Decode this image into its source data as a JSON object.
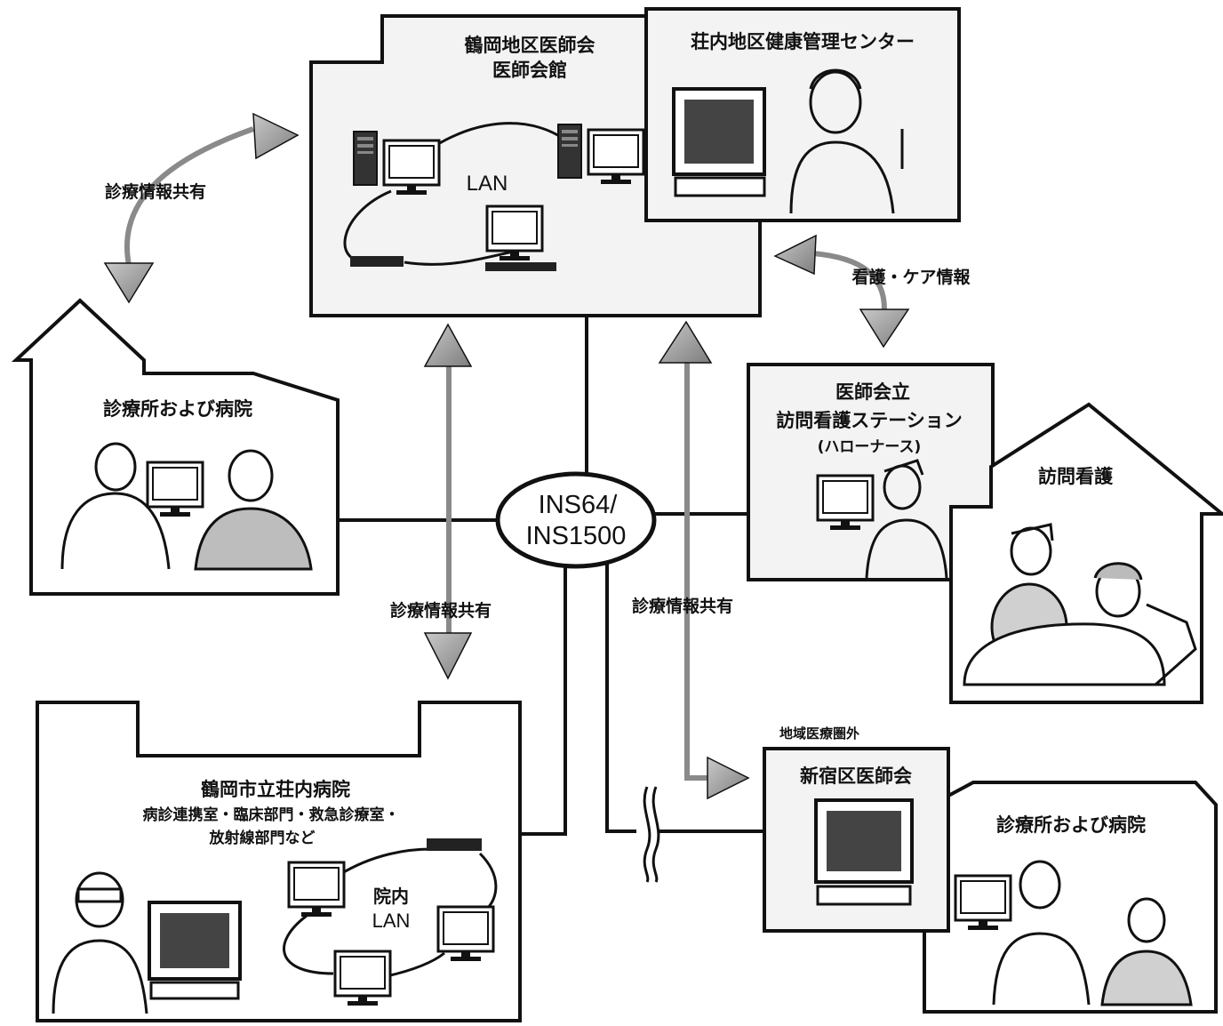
{
  "network": {
    "line1": "INS64/",
    "line2": "INS1500"
  },
  "ishikai_kaikan": {
    "line1": "鶴岡地区医師会",
    "line2": "医師会館",
    "lan": "LAN"
  },
  "kenko_center": {
    "title": "荘内地区健康管理センター"
  },
  "clinic_left": {
    "title": "診療所および病院"
  },
  "houmon_station": {
    "line1": "医師会立",
    "line2": "訪問看護ステーション",
    "line3": "(ハローナース)"
  },
  "houmon_kango": {
    "title": "訪問看護"
  },
  "hospital": {
    "line1": "鶴岡市立荘内病院",
    "line2": "病診連携室・臨床部門・救急診療室・",
    "line3": "放射線部門など",
    "lan_line1": "院内",
    "lan_line2": "LAN"
  },
  "outside_region": {
    "label": "地域医療圏外"
  },
  "shinjuku": {
    "title": "新宿区医師会"
  },
  "clinic_right": {
    "title": "診療所および病院"
  },
  "arrows": {
    "top_left": "診療情報共有",
    "right": "看護・ケア情報",
    "center_left": "診療情報共有",
    "center_right": "診療情報共有"
  },
  "icons": [
    "desktop-computer-icon",
    "monitor-icon",
    "keyboard-icon",
    "hub-icon",
    "doctor-icon",
    "nurse-icon",
    "patient-icon",
    "bed-icon",
    "break-mark-icon"
  ]
}
